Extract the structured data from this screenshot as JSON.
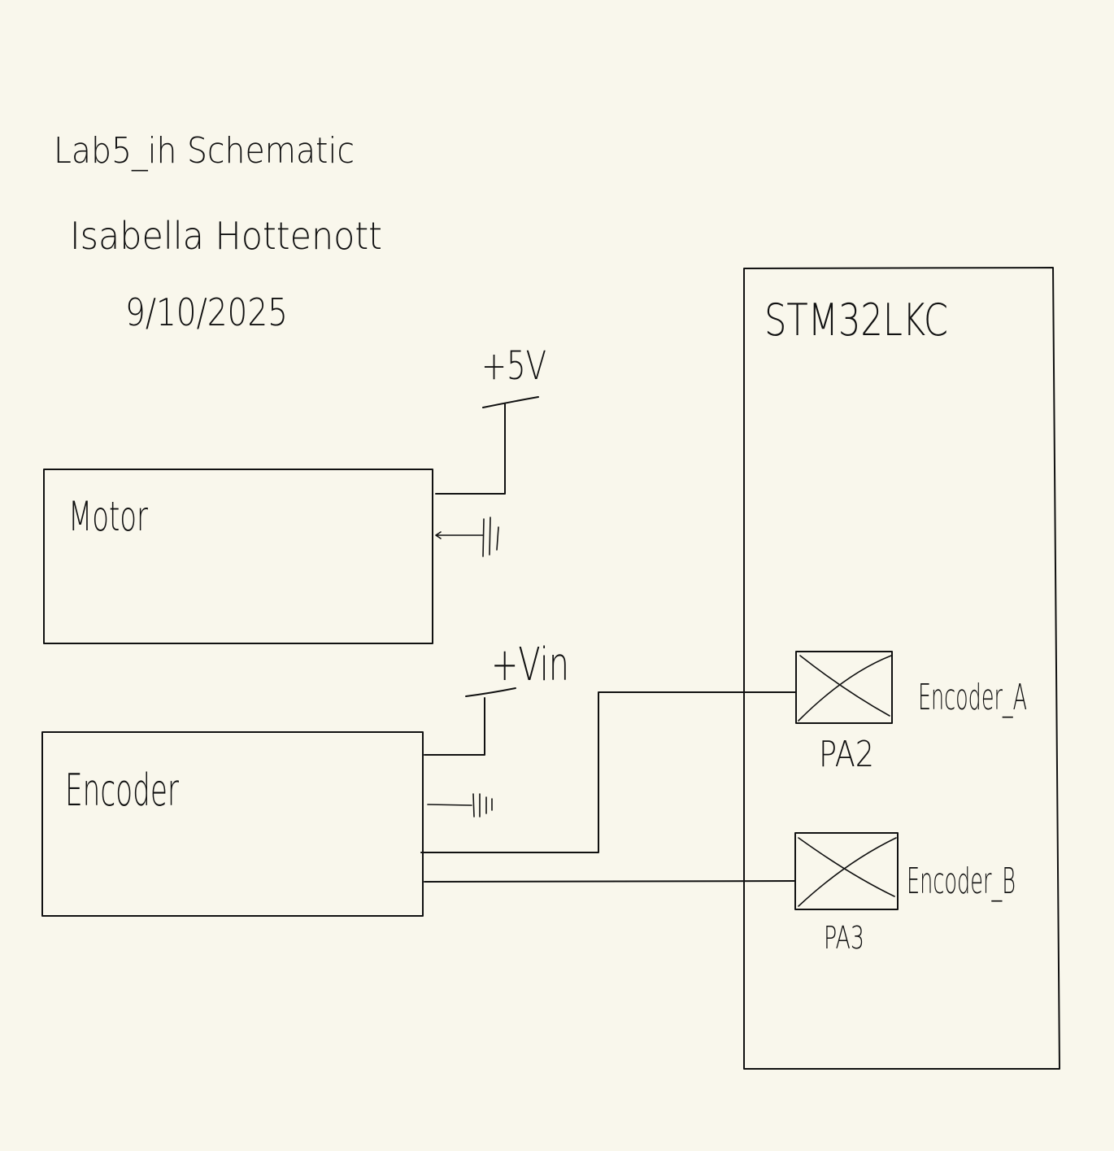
{
  "header": {
    "title": "Lab5_ih Schematic",
    "author": "Isabella Hottenott",
    "date": "9/10/2025"
  },
  "components": {
    "motor": {
      "label": "Motor"
    },
    "encoder": {
      "label": "Encoder"
    },
    "mcu": {
      "label": "STM32LKC"
    }
  },
  "power": {
    "motor_supply": "+5V",
    "encoder_supply": "+Vin"
  },
  "pins": {
    "pa2": {
      "pin": "PA2",
      "signal": "Encoder_A"
    },
    "pa3": {
      "pin": "PA3",
      "signal": "Encoder_B"
    }
  },
  "colors": {
    "ink": "#111111",
    "paper": "#f9f7ec"
  }
}
